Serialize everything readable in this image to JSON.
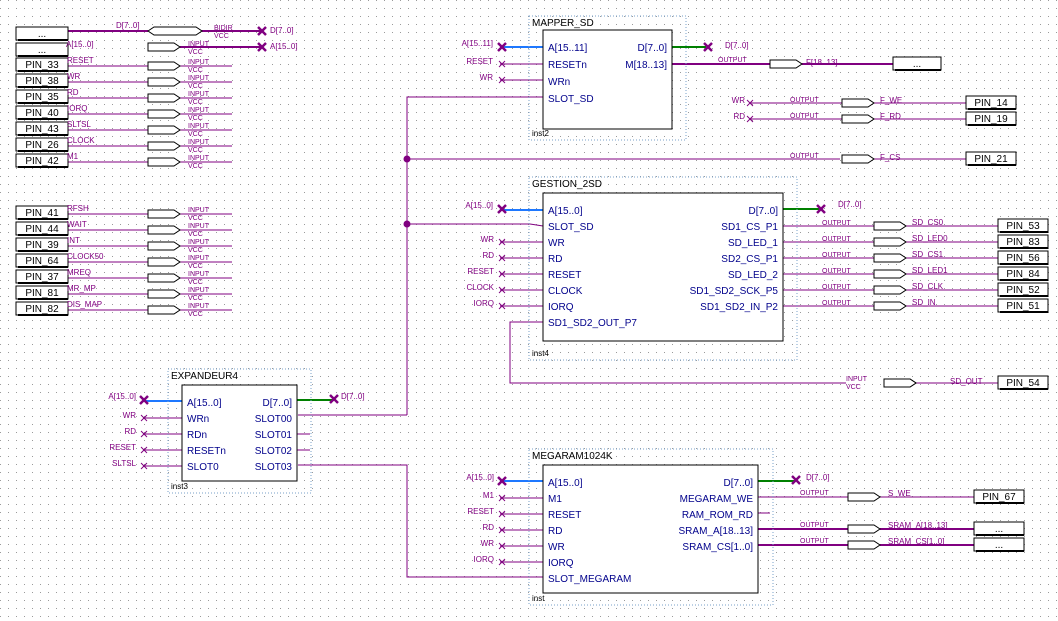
{
  "top_pins": {
    "dots": [
      "...",
      "..."
    ],
    "d_label": "D[7..0]",
    "a_label": "A[15..0]",
    "bidir_label": "BIDIR",
    "vcc": "VCC",
    "input": "INPUT",
    "rows": [
      {
        "pin": "PIN_33",
        "name": "RESET"
      },
      {
        "pin": "PIN_38",
        "name": "WR"
      },
      {
        "pin": "PIN_35",
        "name": "RD"
      },
      {
        "pin": "PIN_40",
        "name": "IORQ"
      },
      {
        "pin": "PIN_43",
        "name": "SLTSL"
      },
      {
        "pin": "PIN_26",
        "name": "CLOCK"
      },
      {
        "pin": "PIN_42",
        "name": "M1"
      }
    ],
    "out_d": "D[7..0]",
    "out_a": "A[15..0]"
  },
  "bottom_pins": {
    "rows": [
      {
        "pin": "PIN_41",
        "name": "RFSH"
      },
      {
        "pin": "PIN_44",
        "name": "WAIT"
      },
      {
        "pin": "PIN_39",
        "name": "INT"
      },
      {
        "pin": "PIN_64",
        "name": "CLOCK50"
      },
      {
        "pin": "PIN_37",
        "name": "MREQ"
      },
      {
        "pin": "PIN_81",
        "name": "MR_MP"
      },
      {
        "pin": "PIN_82",
        "name": "DIS_MAP"
      }
    ]
  },
  "mapper": {
    "title": "MAPPER_SD",
    "inst": "inst2",
    "in_ports": [
      "A[15..11]",
      "RESETn",
      "WRn",
      "SLOT_SD"
    ],
    "out_ports": [
      "D[7..0]",
      "M[18..13]"
    ],
    "in_nets": [
      "A[15..11]",
      "RESET",
      "WR"
    ],
    "out_d": "D[7..0]",
    "output_word": "OUTPUT",
    "out_f": "F[18..13]",
    "out_f_pin": "...",
    "we_net": "WR",
    "rd_net": "RD",
    "fwe": "F_WE",
    "frd": "F_RD",
    "fcs": "F_CS",
    "fwe_pin": "PIN_14",
    "frd_pin": "PIN_19",
    "fcs_pin": "PIN_21"
  },
  "gestion": {
    "title": "GESTION_2SD",
    "inst": "inst4",
    "in_ports": [
      "A[15..0]",
      "SLOT_SD",
      "WR",
      "RD",
      "RESET",
      "CLOCK",
      "IORQ",
      "SD1_SD2_OUT_P7"
    ],
    "out_ports": [
      "D[7..0]",
      "SD1_CS_P1",
      "SD_LED_1",
      "SD2_CS_P1",
      "SD_LED_2",
      "SD1_SD2_SCK_P5",
      "SD1_SD2_IN_P2"
    ],
    "in_nets": [
      "A[15..0]",
      "",
      "WR",
      "RD",
      "RESET",
      "CLOCK",
      "IORQ"
    ],
    "out_d": "D[7..0]",
    "outs": [
      {
        "net": "SD_CS0",
        "pin": "PIN_53"
      },
      {
        "net": "SD_LED0",
        "pin": "PIN_83"
      },
      {
        "net": "SD_CS1",
        "pin": "PIN_56"
      },
      {
        "net": "SD_LED1",
        "pin": "PIN_84"
      },
      {
        "net": "SD_CLK",
        "pin": "PIN_52"
      },
      {
        "net": "SD_IN",
        "pin": "PIN_51"
      }
    ],
    "sdout_net": "SD_OUT",
    "sdout_pin": "PIN_54"
  },
  "expandeur": {
    "title": "EXPANDEUR4",
    "inst": "inst3",
    "in_ports": [
      "A[15..0]",
      "WRn",
      "RDn",
      "RESETn",
      "SLOT0"
    ],
    "out_ports": [
      "D[7..0]",
      "SLOT00",
      "SLOT01",
      "SLOT02",
      "SLOT03"
    ],
    "in_nets": [
      "A[15..0]",
      "WR",
      "RD",
      "RESET",
      "SLTSL"
    ],
    "out_d": "D[7..0]"
  },
  "megaram": {
    "title": "MEGARAM1024K",
    "inst": "inst",
    "in_ports": [
      "A[15..0]",
      "M1",
      "RESET",
      "RD",
      "WR",
      "IORQ",
      "SLOT_MEGARAM"
    ],
    "out_ports": [
      "D[7..0]",
      "MEGARAM_WE",
      "RAM_ROM_RD",
      "SRAM_A[18..13]",
      "SRAM_CS[1..0]"
    ],
    "in_nets": [
      "A[15..0]",
      "M1",
      "RESET",
      "RD",
      "WR",
      "IORQ"
    ],
    "out_d": "D[7..0]",
    "outs": [
      {
        "net": "S_WE",
        "pin": "PIN_67"
      },
      {
        "net": "SRAM_A[18..13]",
        "pin": "..."
      },
      {
        "net": "SRAM_CS[1..0]",
        "pin": "..."
      }
    ]
  },
  "colors": {
    "wire": "#800080",
    "bus": "#800080",
    "d_bus": "#008000",
    "a_port": "#1e78ff",
    "port_text": "#00008b",
    "net_text": "#800080",
    "grid": "#a0a0a0"
  }
}
